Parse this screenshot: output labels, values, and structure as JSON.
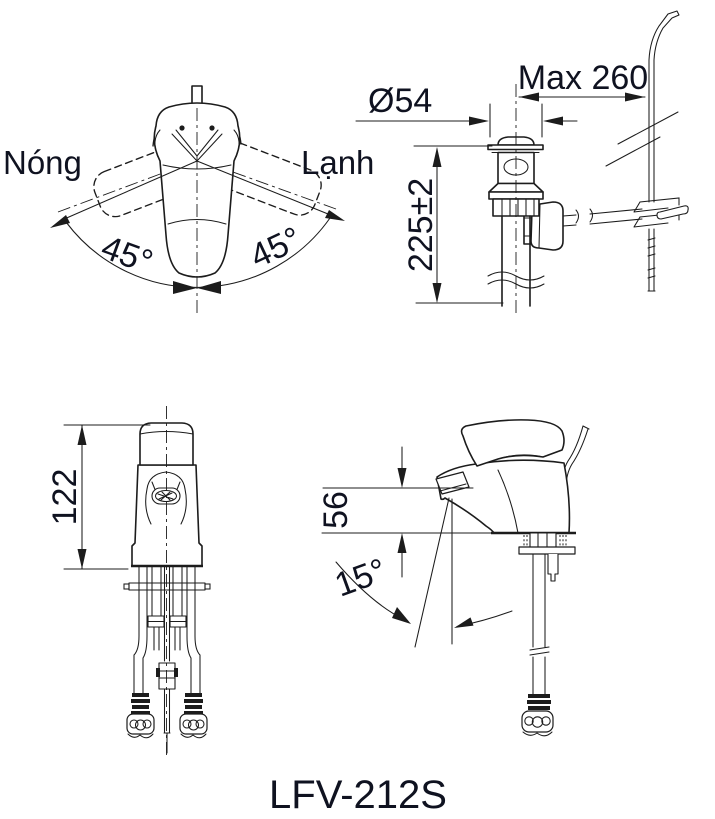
{
  "page": {
    "background": "#ffffff"
  },
  "drawing": {
    "line_color": "#1c1c1c",
    "text_color": "#0f1220",
    "model_label": "LFV-212S",
    "top_view": {
      "hot_label": "Nóng",
      "cold_label": "Lạnh",
      "left_angle_label": "45°",
      "right_angle_label": "45°"
    },
    "drain_view": {
      "diameter_label": "Ø54",
      "max_reach_label": "Max 260",
      "height_label": "225±2"
    },
    "front_view": {
      "height_label": "122"
    },
    "side_view": {
      "spout_height_label": "56",
      "spout_angle_label": "15°"
    }
  }
}
